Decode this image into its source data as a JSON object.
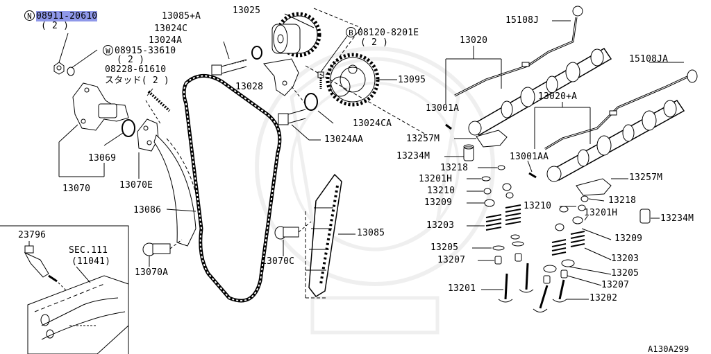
{
  "highlight": {
    "prefix_symbol": "N",
    "part_number": "08911-20610",
    "qty": "( 2 )"
  },
  "callouts": {
    "w_symbol": "W",
    "w_part": "08915-33610",
    "w_qty": "( 2 )",
    "stud_part": "08228-61610",
    "stud_label": "スタッド( 2 )",
    "b_symbol": "B",
    "b_part": "08120-8201E",
    "b_qty": "( 2 )"
  },
  "labels": {
    "p13025": "13025",
    "p13085a": "13085+A",
    "p13024c": "13024C",
    "p13024a": "13024A",
    "p13028": "13028",
    "p13024ca": "13024CA",
    "p13024aa": "13024AA",
    "p13095": "13095",
    "p15108j": "15108J",
    "p13020": "13020",
    "p15108ja": "15108JA",
    "p13020a": "13020+A",
    "p13001a": "13001A",
    "p13257m_1": "13257M",
    "p13234m_1": "13234M",
    "p13001aa": "13001AA",
    "p13218_1": "13218",
    "p13201h_1": "13201H",
    "p13210_1": "13210",
    "p13209_1": "13209",
    "p13203_1": "13203",
    "p13205_1": "13205",
    "p13207_1": "13207",
    "p13201": "13201",
    "p13257m_2": "13257M",
    "p13218_2": "13218",
    "p13210_2": "13210",
    "p13201h_2": "13201H",
    "p13234m_2": "13234M",
    "p13209_2": "13209",
    "p13203_2": "13203",
    "p13205_2": "13205",
    "p13207_2": "13207",
    "p13202": "13202",
    "p13069": "13069",
    "p13070": "13070",
    "p13070e": "13070E",
    "p13086": "13086",
    "p13070a": "13070A",
    "p13085": "13085",
    "p13070c": "13070C",
    "p23796": "23796",
    "sec": "SEC.111",
    "sec_ref": "(11041)",
    "fig_code": "A130A299"
  },
  "colors": {
    "highlight": "#8f98e9",
    "ink": "#000000"
  }
}
